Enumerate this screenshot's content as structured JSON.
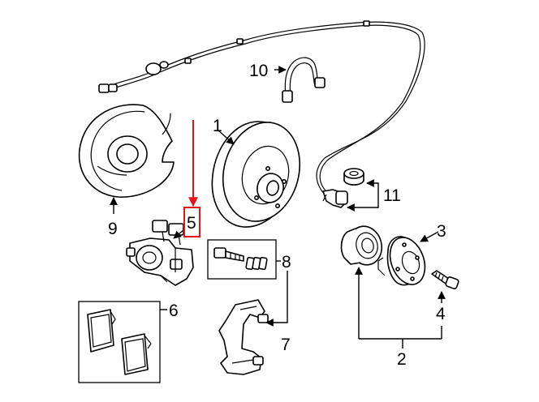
{
  "labels": {
    "brake_disc": "1",
    "bearing_and_hub": "2",
    "hub": "3",
    "hub_bolt": "4",
    "caliper": "5",
    "brake_pads": "6",
    "caliper_bracket": "7",
    "guide_pin_kit": "8",
    "splash_shield": "9",
    "brake_hose": "10",
    "abs_sensor": "11"
  },
  "colors": {
    "ink": "#000000",
    "highlight": "#e8141b",
    "background": "#ffffff"
  },
  "highlighted_part": "caliper"
}
